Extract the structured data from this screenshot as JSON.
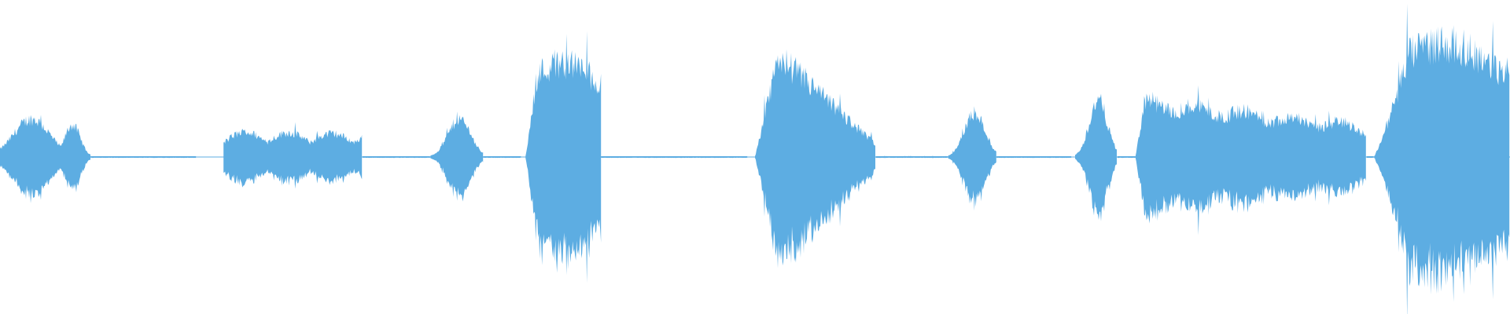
{
  "waveform": {
    "color": "#5dade2",
    "segments": [
      {
        "start": 0.0,
        "end": 0.06,
        "amplitude": 0.12,
        "shape": "twin-lobe"
      },
      {
        "start": 0.06,
        "end": 0.13,
        "amplitude": 0.01,
        "shape": "flat"
      },
      {
        "start": 0.148,
        "end": 0.24,
        "amplitude": 0.1,
        "shape": "wavy"
      },
      {
        "start": 0.24,
        "end": 0.285,
        "amplitude": 0.01,
        "shape": "flat"
      },
      {
        "start": 0.285,
        "end": 0.32,
        "amplitude": 0.12,
        "shape": "bump"
      },
      {
        "start": 0.32,
        "end": 0.345,
        "amplitude": 0.01,
        "shape": "flat"
      },
      {
        "start": 0.348,
        "end": 0.398,
        "amplitude": 0.3,
        "shape": "burst"
      },
      {
        "start": 0.398,
        "end": 0.495,
        "amplitude": 0.01,
        "shape": "flat"
      },
      {
        "start": 0.5,
        "end": 0.58,
        "amplitude": 0.32,
        "shape": "burst-decay"
      },
      {
        "start": 0.58,
        "end": 0.628,
        "amplitude": 0.02,
        "shape": "flat"
      },
      {
        "start": 0.628,
        "end": 0.66,
        "amplitude": 0.14,
        "shape": "bump"
      },
      {
        "start": 0.66,
        "end": 0.71,
        "amplitude": 0.01,
        "shape": "flat"
      },
      {
        "start": 0.712,
        "end": 0.74,
        "amplitude": 0.18,
        "shape": "bump"
      },
      {
        "start": 0.74,
        "end": 0.752,
        "amplitude": 0.01,
        "shape": "flat"
      },
      {
        "start": 0.752,
        "end": 0.905,
        "amplitude": 0.18,
        "shape": "long-hump"
      },
      {
        "start": 0.905,
        "end": 0.91,
        "amplitude": 0.01,
        "shape": "flat"
      },
      {
        "start": 0.91,
        "end": 1.0,
        "amplitude": 0.36,
        "shape": "big-burst"
      }
    ]
  }
}
